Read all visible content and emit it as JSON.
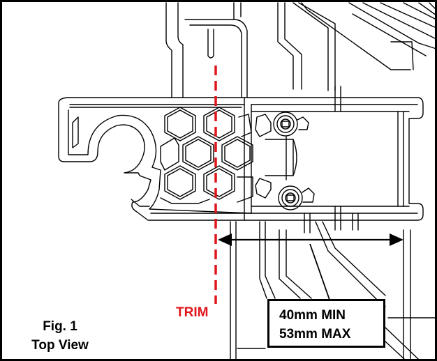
{
  "annotations": {
    "trim_label": "TRIM",
    "spec_min": "40mm MIN",
    "spec_max": "53mm MAX",
    "figure_number": "Fig. 1",
    "figure_view": "Top View"
  },
  "colors": {
    "trim_line": "#e0161b",
    "outline": "#000000",
    "background": "#ffffff"
  }
}
